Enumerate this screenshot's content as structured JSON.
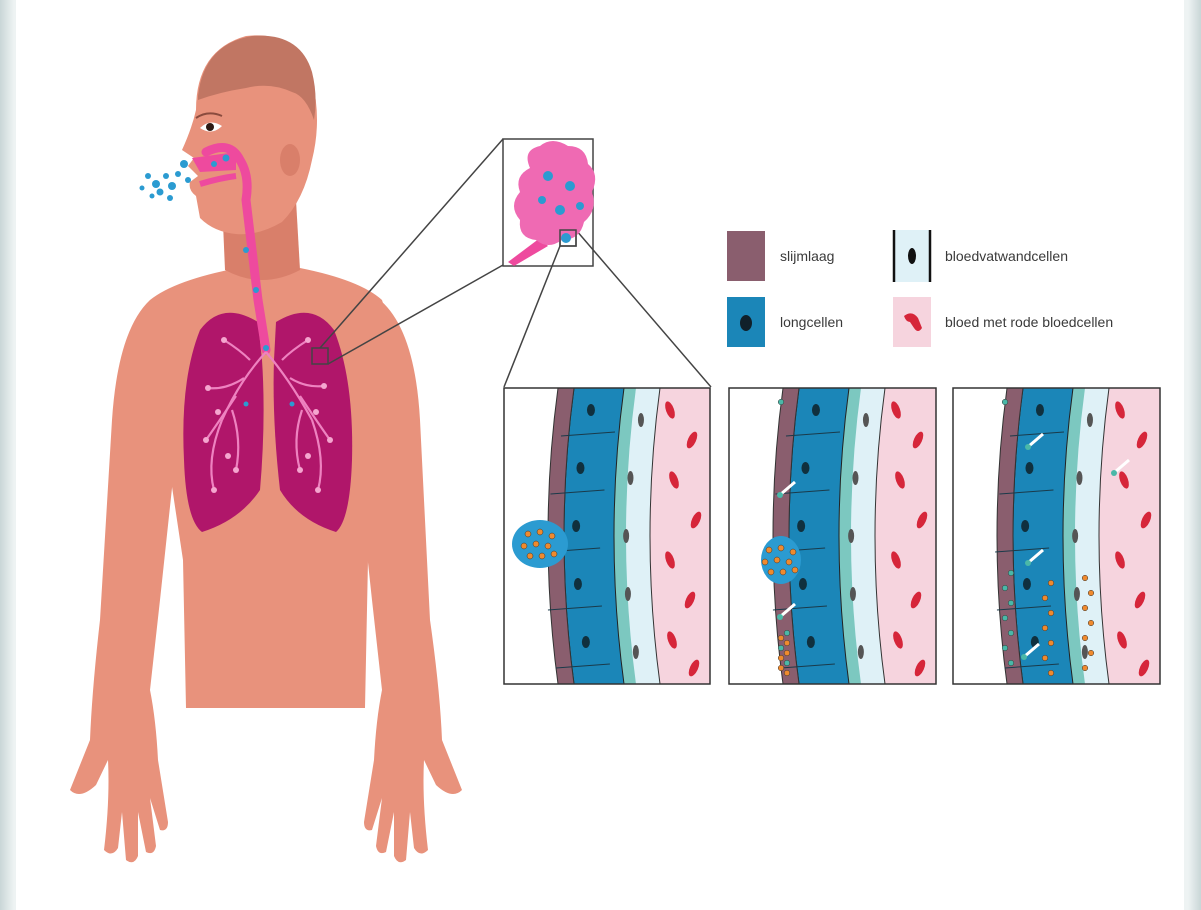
{
  "legend": {
    "items": [
      {
        "label": "slijmlaag",
        "color": "#8a5e6e"
      },
      {
        "label": "bloedvatwandcellen",
        "color": "#dff1f7"
      },
      {
        "label": "longcellen",
        "color": "#1b86b8"
      },
      {
        "label": "bloed met rode bloedcellen",
        "color": "#f6d4de"
      }
    ]
  },
  "colors": {
    "skin": "#e8927c",
    "skin_shadow": "#c9725f",
    "hair": "#b06a55",
    "lung": "#b0166a",
    "airway": "#ee4a9e",
    "mucus": "#8a5e6e",
    "lung_cells": "#1b86b8",
    "vessel_wall": "#dff1f7",
    "blood": "#f6d4de",
    "red_cell": "#d6263a",
    "virus_cluster": "#2b9bd1",
    "virus_particle": "#ef8a2e"
  },
  "icons": [
    "human-body",
    "lung",
    "alveolus",
    "virus-cluster",
    "red-blood-cell",
    "cell-nucleus"
  ]
}
